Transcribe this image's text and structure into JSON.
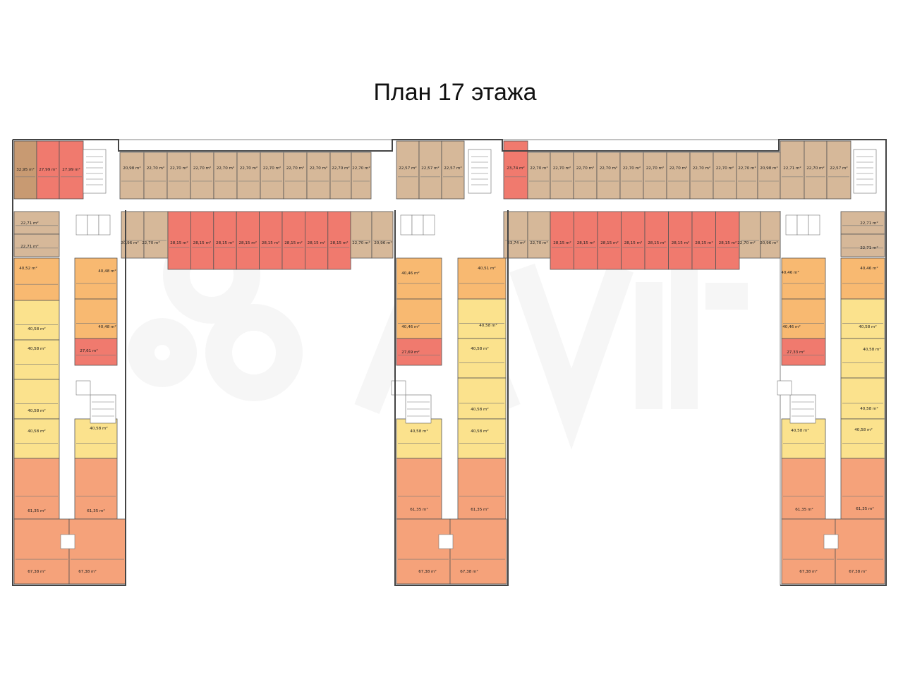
{
  "title": "План 17 этажа",
  "colors": {
    "tan": "#d6b899",
    "brown": "#c89a72",
    "red": "#f07a6e",
    "orange_light": "#f8b971",
    "yellow": "#fbe28d",
    "orange": "#f5a27a"
  },
  "icons": [
    "stair-icon",
    "elevator-icon",
    "watermark-avito"
  ],
  "units": [
    {
      "id": "u1",
      "area": "32,95 m²",
      "color": "brown"
    },
    {
      "id": "u2",
      "area": "27,99 m²",
      "color": "red"
    },
    {
      "id": "u3",
      "area": "27,99 m²",
      "color": "red"
    },
    {
      "id": "u4",
      "area": "20,98 m²",
      "color": "tan"
    },
    {
      "id": "u5",
      "area": "22,70 m²",
      "color": "tan"
    },
    {
      "id": "u6",
      "area": "22,70 m²",
      "color": "tan"
    },
    {
      "id": "u7",
      "area": "22,70 m²",
      "color": "tan"
    },
    {
      "id": "u8",
      "area": "22,70 m²",
      "color": "tan"
    },
    {
      "id": "u9",
      "area": "22,70 m²",
      "color": "tan"
    },
    {
      "id": "u10",
      "area": "22,70 m²",
      "color": "tan"
    },
    {
      "id": "u11",
      "area": "22,70 m²",
      "color": "tan"
    },
    {
      "id": "u12",
      "area": "22,70 m²",
      "color": "tan"
    },
    {
      "id": "u13",
      "area": "22,70 m²",
      "color": "tan"
    },
    {
      "id": "u14",
      "area": "22,70 m²",
      "color": "tan"
    },
    {
      "id": "u15",
      "area": "20,98 m²",
      "color": "tan"
    },
    {
      "id": "u16",
      "area": "22,57 m²",
      "color": "tan"
    },
    {
      "id": "u17",
      "area": "22,57 m²",
      "color": "tan"
    },
    {
      "id": "u18",
      "area": "22,57 m²",
      "color": "tan"
    },
    {
      "id": "u19",
      "area": "23,74 m²",
      "color": "red"
    },
    {
      "id": "u20",
      "area": "22,70 m²",
      "color": "tan"
    },
    {
      "id": "u21",
      "area": "22,70 m²",
      "color": "tan"
    },
    {
      "id": "u22",
      "area": "22,70 m²",
      "color": "tan"
    },
    {
      "id": "u23",
      "area": "22,70 m²",
      "color": "tan"
    },
    {
      "id": "u24",
      "area": "22,70 m²",
      "color": "tan"
    },
    {
      "id": "u25",
      "area": "22,70 m²",
      "color": "tan"
    },
    {
      "id": "u26",
      "area": "22,70 m²",
      "color": "tan"
    },
    {
      "id": "u27",
      "area": "22,70 m²",
      "color": "tan"
    },
    {
      "id": "u28",
      "area": "22,70 m²",
      "color": "tan"
    },
    {
      "id": "u29",
      "area": "22,70 m²",
      "color": "tan"
    },
    {
      "id": "u30",
      "area": "20,98 m²",
      "color": "tan"
    },
    {
      "id": "u31",
      "area": "22,71 m²",
      "color": "tan"
    },
    {
      "id": "u32",
      "area": "22,70 m²",
      "color": "tan"
    },
    {
      "id": "u33",
      "area": "22,57 m²",
      "color": "tan"
    },
    {
      "id": "u34",
      "area": "22,71 m²",
      "color": "tan"
    },
    {
      "id": "u35",
      "area": "22,71 m²",
      "color": "tan"
    },
    {
      "id": "u36",
      "area": "20,96 m²",
      "color": "tan"
    },
    {
      "id": "u37",
      "area": "22,70 m²",
      "color": "tan"
    },
    {
      "id": "u38",
      "area": "28,15 m²",
      "color": "red"
    },
    {
      "id": "u39",
      "area": "28,15 m²",
      "color": "red"
    },
    {
      "id": "u40",
      "area": "28,15 m²",
      "color": "red"
    },
    {
      "id": "u41",
      "area": "28,15 m²",
      "color": "red"
    },
    {
      "id": "u42",
      "area": "28,15 m²",
      "color": "red"
    },
    {
      "id": "u43",
      "area": "28,15 m²",
      "color": "red"
    },
    {
      "id": "u44",
      "area": "28,15 m²",
      "color": "red"
    },
    {
      "id": "u45",
      "area": "28,15 m²",
      "color": "red"
    },
    {
      "id": "u46",
      "area": "22,70 m²",
      "color": "tan"
    },
    {
      "id": "u47",
      "area": "20,96 m²",
      "color": "tan"
    },
    {
      "id": "u48",
      "area": "23,74 m²",
      "color": "tan"
    },
    {
      "id": "u49",
      "area": "22,70 m²",
      "color": "tan"
    },
    {
      "id": "u50",
      "area": "28,15 m²",
      "color": "red"
    },
    {
      "id": "u51",
      "area": "28,15 m²",
      "color": "red"
    },
    {
      "id": "u52",
      "area": "28,15 m²",
      "color": "red"
    },
    {
      "id": "u53",
      "area": "28,15 m²",
      "color": "red"
    },
    {
      "id": "u54",
      "area": "28,15 m²",
      "color": "red"
    },
    {
      "id": "u55",
      "area": "28,15 m²",
      "color": "red"
    },
    {
      "id": "u56",
      "area": "28,15 m²",
      "color": "red"
    },
    {
      "id": "u57",
      "area": "28,15 m²",
      "color": "red"
    },
    {
      "id": "u58",
      "area": "22,70 m²",
      "color": "tan"
    },
    {
      "id": "u59",
      "area": "20,96 m²",
      "color": "tan"
    },
    {
      "id": "u60",
      "area": "22,71 m²",
      "color": "tan"
    },
    {
      "id": "u61",
      "area": "22,71 m²",
      "color": "tan"
    },
    {
      "id": "u62",
      "area": "40,52 m²",
      "color": "orange_light"
    },
    {
      "id": "u63",
      "area": "40,58 m²",
      "color": "yellow"
    },
    {
      "id": "u64",
      "area": "40,58 m²",
      "color": "yellow"
    },
    {
      "id": "u65",
      "area": "40,58 m²",
      "color": "yellow"
    },
    {
      "id": "u66",
      "area": "40,58 m²",
      "color": "yellow"
    },
    {
      "id": "u67",
      "area": "61,35 m²",
      "color": "orange"
    },
    {
      "id": "u68",
      "area": "67,38 m²",
      "color": "orange"
    },
    {
      "id": "u69",
      "area": "40,48 m²",
      "color": "orange_light"
    },
    {
      "id": "u70",
      "area": "40,48 m²",
      "color": "orange_light"
    },
    {
      "id": "u71",
      "area": "27,61 m²",
      "color": "red"
    },
    {
      "id": "u72",
      "area": "40,58 m²",
      "color": "yellow"
    },
    {
      "id": "u73",
      "area": "61,35 m²",
      "color": "orange"
    },
    {
      "id": "u74",
      "area": "67,38 m²",
      "color": "orange"
    },
    {
      "id": "u75",
      "area": "40,46 m²",
      "color": "orange_light"
    },
    {
      "id": "u76",
      "area": "40,46 m²",
      "color": "orange_light"
    },
    {
      "id": "u77",
      "area": "27,69 m²",
      "color": "red"
    },
    {
      "id": "u78",
      "area": "40,58 m²",
      "color": "yellow"
    },
    {
      "id": "u79",
      "area": "61,35 m²",
      "color": "orange"
    },
    {
      "id": "u80",
      "area": "67,38 m²",
      "color": "orange"
    },
    {
      "id": "u81",
      "area": "40,51 m²",
      "color": "orange_light"
    },
    {
      "id": "u82",
      "area": "40,58 m²",
      "color": "yellow"
    },
    {
      "id": "u83",
      "area": "40,58 m²",
      "color": "yellow"
    },
    {
      "id": "u84",
      "area": "40,58 m²",
      "color": "yellow"
    },
    {
      "id": "u85",
      "area": "40,58 m²",
      "color": "yellow"
    },
    {
      "id": "u86",
      "area": "61,35 m²",
      "color": "orange"
    },
    {
      "id": "u87",
      "area": "67,38 m²",
      "color": "orange"
    },
    {
      "id": "u88",
      "area": "40,46 m²",
      "color": "orange_light"
    },
    {
      "id": "u89",
      "area": "40,46 m²",
      "color": "orange_light"
    },
    {
      "id": "u90",
      "area": "27,33 m²",
      "color": "red"
    },
    {
      "id": "u91",
      "area": "40,58 m²",
      "color": "yellow"
    },
    {
      "id": "u92",
      "area": "61,35 m²",
      "color": "orange"
    },
    {
      "id": "u93",
      "area": "67,38 m²",
      "color": "orange"
    },
    {
      "id": "u94",
      "area": "40,46 m²",
      "color": "orange_light"
    },
    {
      "id": "u95",
      "area": "40,58 m²",
      "color": "yellow"
    },
    {
      "id": "u96",
      "area": "40,58 m²",
      "color": "yellow"
    },
    {
      "id": "u97",
      "area": "40,58 m²",
      "color": "yellow"
    },
    {
      "id": "u98",
      "area": "40,58 m²",
      "color": "yellow"
    },
    {
      "id": "u99",
      "area": "61,35 m²",
      "color": "orange"
    },
    {
      "id": "u100",
      "area": "67,38 m²",
      "color": "orange"
    }
  ]
}
